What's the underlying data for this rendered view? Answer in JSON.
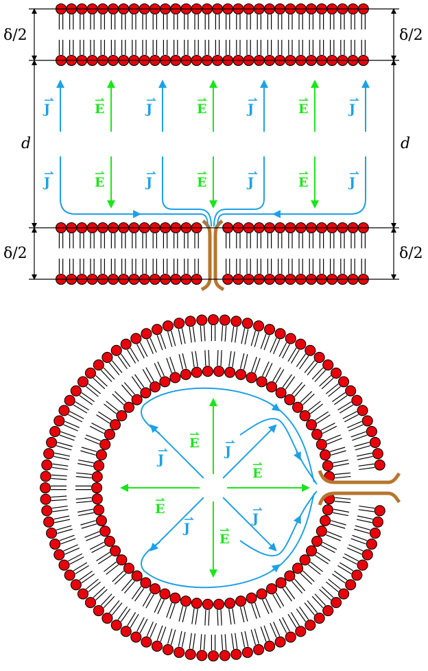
{
  "labels": {
    "half_thickness": "δ/2",
    "gap": "d",
    "current": "J",
    "field": "E"
  },
  "colors": {
    "head": "#e8000b",
    "head_stroke": "#000000",
    "current": "#1ea0e6",
    "field": "#19e619",
    "pore": "#b5762f",
    "tail": "#000000"
  },
  "icons": {
    "vector_arrow": "right-harpoon-over-letter"
  }
}
